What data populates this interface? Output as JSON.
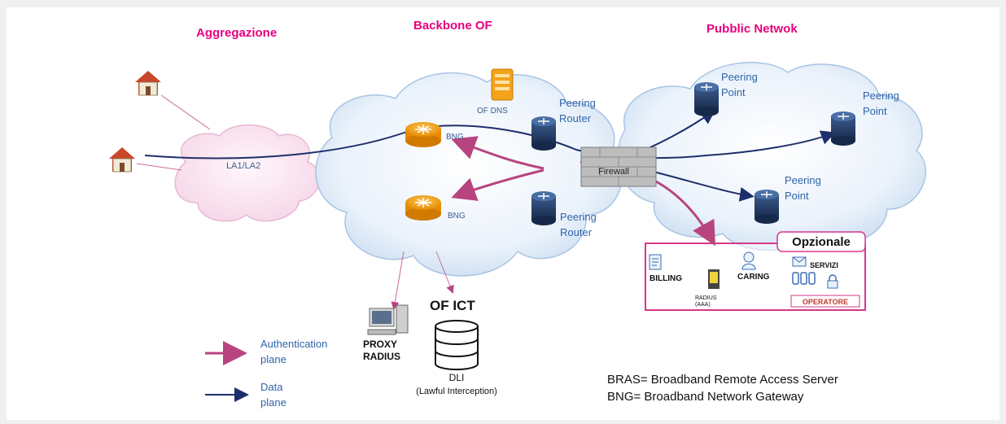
{
  "sections": {
    "aggregation": "Aggregazione",
    "backbone": "Backbone OF",
    "public": "Pubblic Netwok"
  },
  "labels": {
    "la": "LA1/LA2",
    "of_dns": "OF DNS",
    "bng_top": "BNG",
    "bng_bottom": "BNG",
    "peering_router_top_1": "Peering",
    "peering_router_top_2": "Router",
    "peering_router_bottom_1": "Peering",
    "peering_router_bottom_2": "Router",
    "firewall": "Firewall",
    "peering_point_a_1": "Peering",
    "peering_point_a_2": "Point",
    "peering_point_b_1": "Peering",
    "peering_point_b_2": "Point",
    "peering_point_c_1": "Peering",
    "peering_point_c_2": "Point"
  },
  "optional": {
    "title": "Opzionale",
    "billing": "BILLING",
    "caring": "CARING",
    "radius_1": "RADIUS",
    "radius_2": "(AAA)",
    "servizi": "SERVIZI",
    "operatore": "OPERATORE"
  },
  "bottom": {
    "of_ict": "OF ICT",
    "proxy_1": "PROXY",
    "proxy_2": "RADIUS",
    "dli": "DLI",
    "lawful": "(Lawful Interception)"
  },
  "legend": {
    "auth_1": "Authentication",
    "auth_2": "plane",
    "data_1": "Data",
    "data_2": "plane"
  },
  "definitions": {
    "bras": "BRAS= Broadband Remote Access Server",
    "bng": "BNG= Broadband Network Gateway"
  },
  "colors": {
    "auth_line": "#b8447f",
    "data_line": "#1d2f6b",
    "section_title": "#e6007e",
    "router_orange": "#f3a21b",
    "router_navy": "#223a63"
  }
}
